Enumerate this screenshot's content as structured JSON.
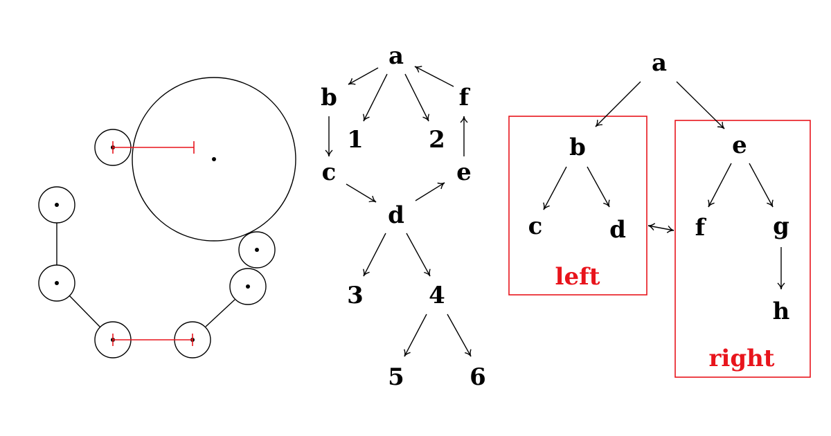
{
  "colors": {
    "ink": "#000000",
    "accent": "#e8141c"
  },
  "center_tree": {
    "nodes": {
      "a": "a",
      "b": "b",
      "one": "1",
      "two": "2",
      "f": "f",
      "c": "c",
      "e": "e",
      "d": "d",
      "three": "3",
      "four": "4",
      "five": "5",
      "six": "6"
    }
  },
  "right_tree": {
    "nodes": {
      "a": "a",
      "b": "b",
      "c": "c",
      "d": "d",
      "e": "e",
      "f": "f",
      "g": "g",
      "h": "h"
    },
    "groups": {
      "left": "left",
      "right": "right"
    }
  }
}
